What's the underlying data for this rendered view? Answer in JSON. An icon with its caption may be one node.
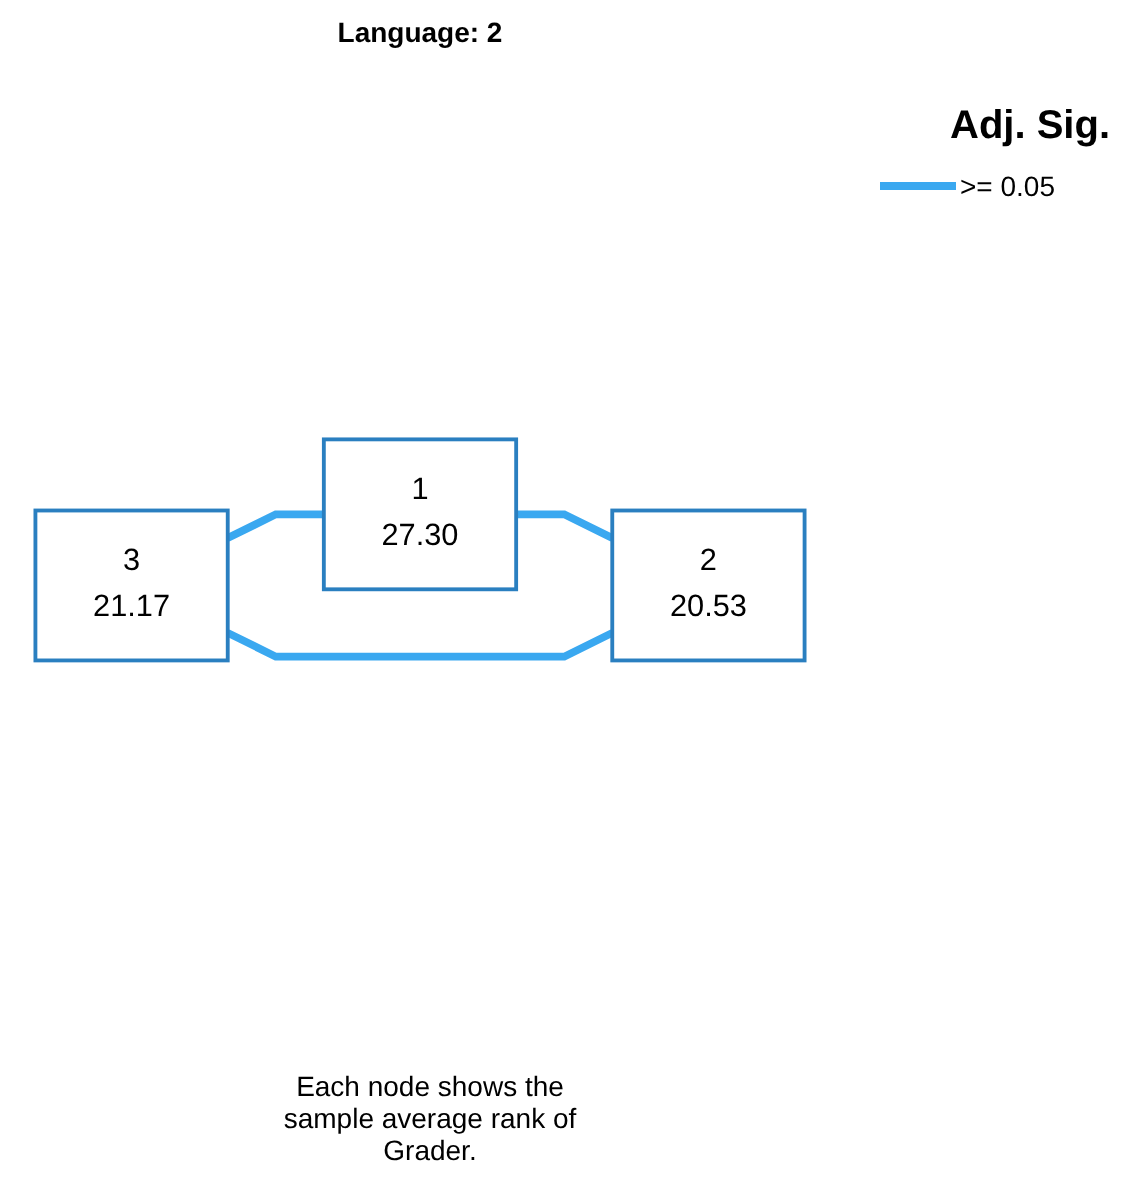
{
  "diagram": {
    "title": "Language: 2",
    "caption": "Each node shows the sample average rank of Grader.",
    "nodes": [
      {
        "text": [
          "3",
          "21.17"
        ]
      },
      {
        "text": [
          "1",
          "27.30"
        ]
      },
      {
        "text": [
          "2",
          "20.53"
        ]
      }
    ],
    "edges": [
      {
        "from": 0,
        "to": 1,
        "arrow": "none"
      },
      {
        "from": 1,
        "to": 2,
        "arrow": "none"
      },
      {
        "from": 0,
        "to": 2,
        "arrow": "none"
      }
    ],
    "labels": [
      "Adj. Sig."
    ],
    "legend": [
      {
        "text": ">= 0.05"
      }
    ]
  }
}
